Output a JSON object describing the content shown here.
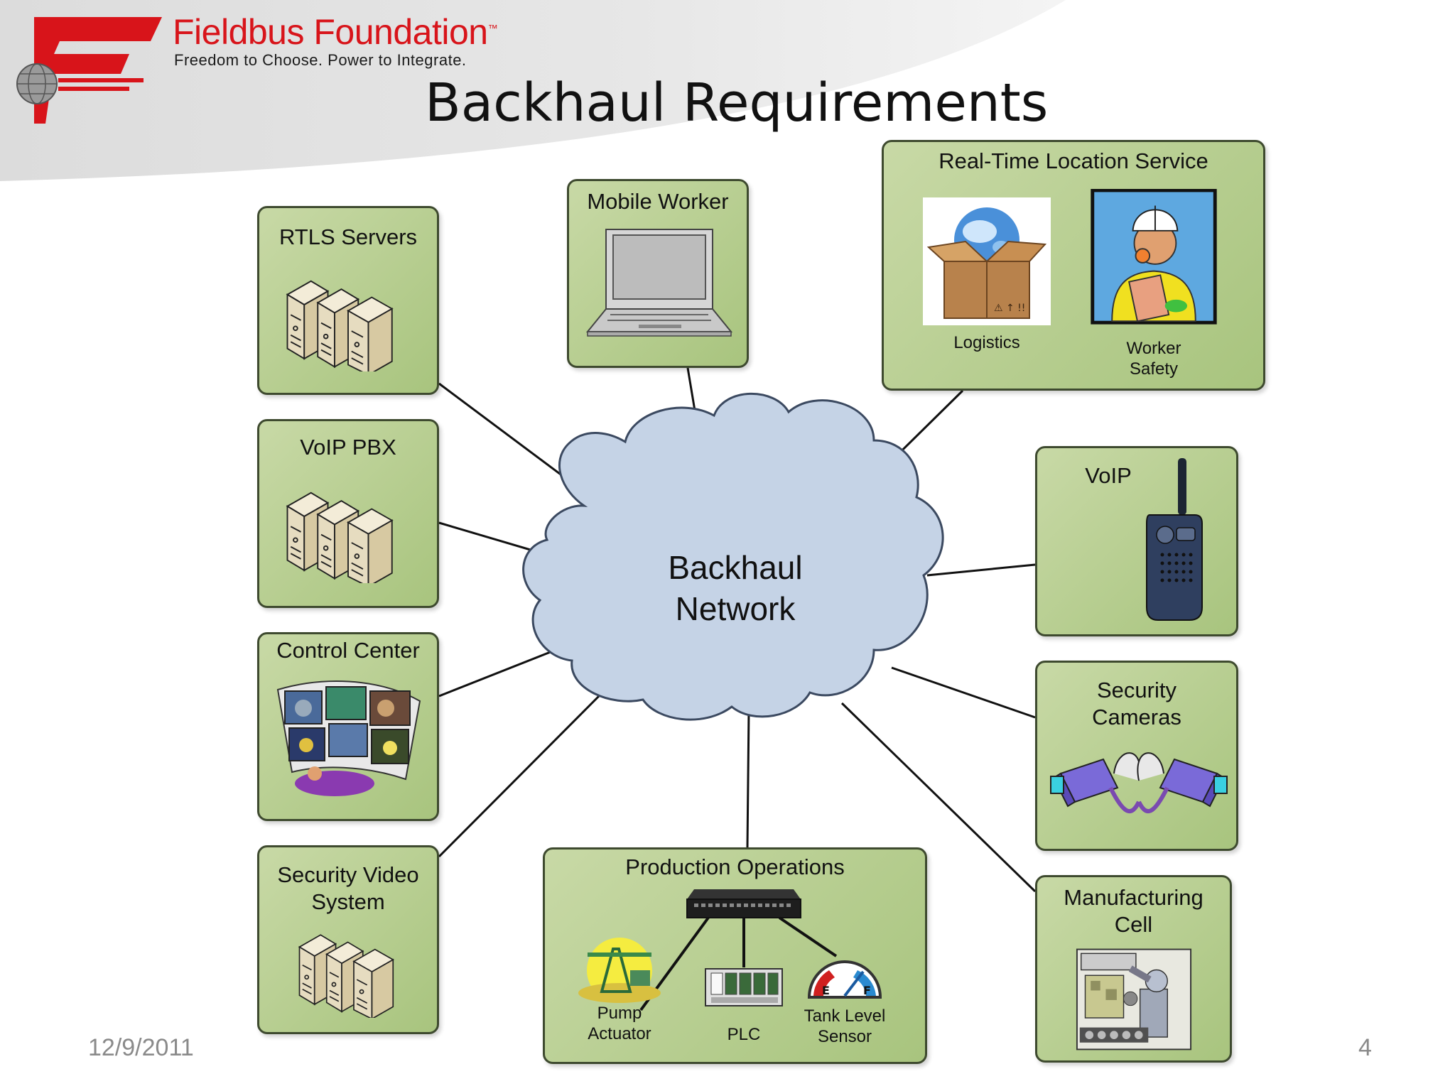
{
  "header": {
    "brand_name": "Fieldbus Foundation",
    "trademark": "™",
    "tagline": "Freedom to Choose. Power to Integrate.",
    "title": "Backhaul Requirements"
  },
  "center": {
    "line1": "Backhaul",
    "line2": "Network"
  },
  "nodes": {
    "rtls_servers": "RTLS Servers",
    "mobile_worker": "Mobile Worker",
    "rtls_service": {
      "title": "Real-Time Location Service",
      "logistics": "Logistics",
      "worker_safety_1": "Worker",
      "worker_safety_2": "Safety"
    },
    "voip_pbx": "VoIP PBX",
    "voip": "VoIP",
    "control_center": "Control Center",
    "security_cameras_1": "Security",
    "security_cameras_2": "Cameras",
    "security_video_1": "Security Video",
    "security_video_2": "System",
    "production": {
      "title": "Production Operations",
      "pump_1": "Pump",
      "pump_2": "Actuator",
      "plc": "PLC",
      "tank_1": "Tank Level",
      "tank_2": "Sensor"
    },
    "manufacturing_1": "Manufacturing",
    "manufacturing_2": "Cell"
  },
  "footer": {
    "date": "12/9/2011",
    "page": "4"
  },
  "colors": {
    "brand_red": "#d8141a",
    "box_fill": "#b5cd8d",
    "cloud_fill": "#c5d3e6"
  }
}
